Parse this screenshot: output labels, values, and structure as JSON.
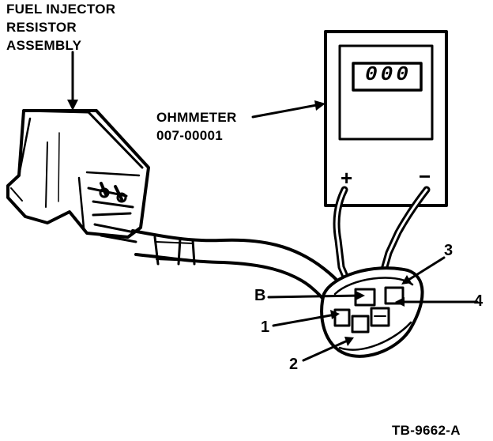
{
  "labels": {
    "resistor_line1": "FUEL INJECTOR",
    "resistor_line2": "RESISTOR",
    "resistor_line3": "ASSEMBLY",
    "ohmmeter_line1": "OHMMETER",
    "ohmmeter_line2": "007-00001",
    "display_reading": "000",
    "plus_terminal": "+",
    "minus_terminal": "−",
    "pin_b": "B",
    "pin_1": "1",
    "pin_2": "2",
    "pin_3": "3",
    "pin_4": "4",
    "figure_id": "TB-9662-A"
  }
}
